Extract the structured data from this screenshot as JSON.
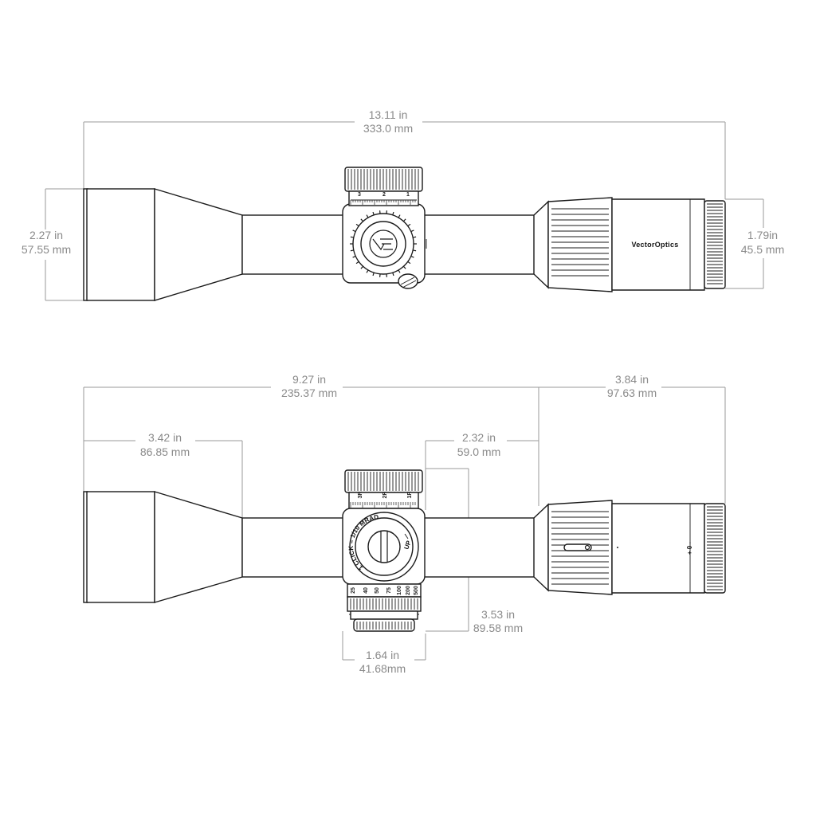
{
  "top_view": {
    "overall_length": {
      "imperial": "13.11 in",
      "metric": "333.0 mm"
    },
    "objective_diameter": {
      "imperial": "2.27 in",
      "metric": "57.55 mm"
    },
    "eyepiece_diameter": {
      "imperial": "1.79in",
      "metric": "45.5 mm"
    },
    "brand": "VectorOptics",
    "turret_marks": [
      "3",
      "2",
      "1"
    ]
  },
  "side_view": {
    "objective_to_ring": {
      "imperial": "9.27 in",
      "metric": "235.37 mm"
    },
    "eyepiece_length": {
      "imperial": "3.84 in",
      "metric": "97.63 mm"
    },
    "objective_bell": {
      "imperial": "3.42 in",
      "metric": "86.85 mm"
    },
    "mount_length": {
      "imperial": "2.32 in",
      "metric": "59.0 mm"
    },
    "turret_height": {
      "imperial": "3.53 in",
      "metric": "89.58 mm"
    },
    "turret_width": {
      "imperial": "1.64 in",
      "metric": "41.68mm"
    },
    "turret_marks": [
      "3R",
      "2R",
      "1R"
    ],
    "dial_text": "1 CLICK = 1/10 MRAD",
    "dial_up": "UP",
    "parallax_marks": [
      "25",
      "40",
      "50",
      "75",
      "100",
      "200",
      "500"
    ],
    "diopter_label": "+ 0 -"
  },
  "colors": {
    "outline": "#1a1a1a",
    "dimension": "#8a8a8a"
  }
}
